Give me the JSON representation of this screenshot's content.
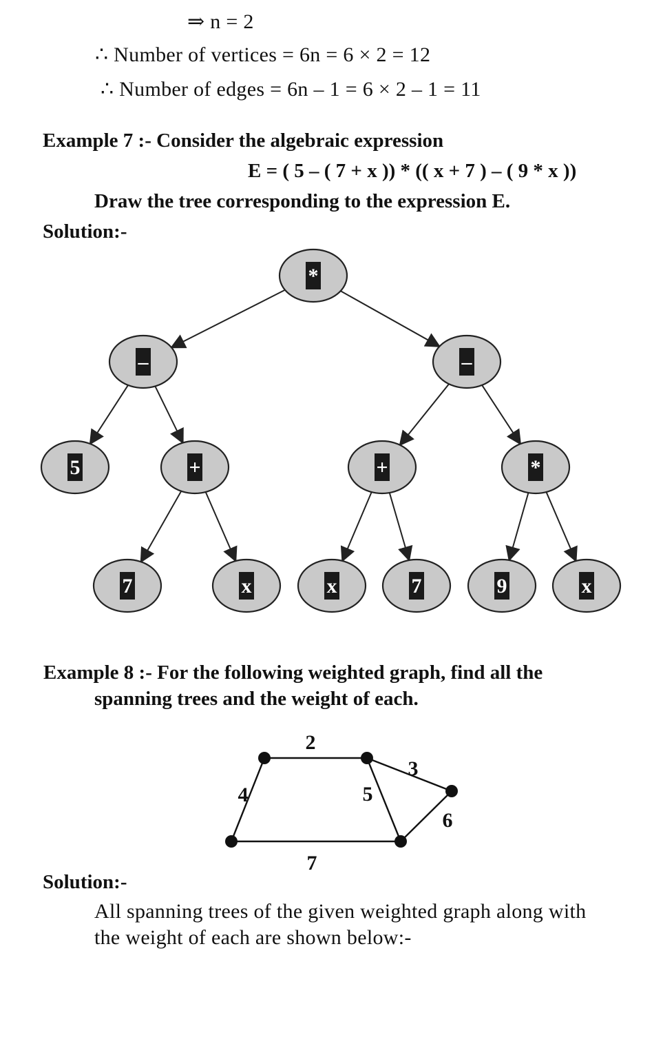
{
  "top_lines": [
    "⇒   n = 2",
    "∴ Number of vertices = 6n = 6 × 2 = 12",
    "∴ Number of edges = 6n – 1 = 6 × 2 – 1 = 11"
  ],
  "example7": {
    "heading": "Example 7 :- Consider the algebraic expression",
    "expression": "E = ( 5 – ( 7 + x )) * (( x + 7 ) – ( 9 * x ))",
    "instruction": "Draw the tree corresponding to the expression E.",
    "solution_label": "Solution:-",
    "tree": {
      "nodes": [
        {
          "id": "n1",
          "label": "*"
        },
        {
          "id": "n2",
          "label": "–"
        },
        {
          "id": "n3",
          "label": "–"
        },
        {
          "id": "n4",
          "label": "5"
        },
        {
          "id": "n5",
          "label": "+"
        },
        {
          "id": "n6",
          "label": "+"
        },
        {
          "id": "n7",
          "label": "*"
        },
        {
          "id": "n8",
          "label": "7"
        },
        {
          "id": "n9",
          "label": "x"
        },
        {
          "id": "n10",
          "label": "x"
        },
        {
          "id": "n11",
          "label": "7"
        },
        {
          "id": "n12",
          "label": "9"
        },
        {
          "id": "n13",
          "label": "x"
        }
      ],
      "edges": [
        [
          "n1",
          "n2"
        ],
        [
          "n1",
          "n3"
        ],
        [
          "n2",
          "n4"
        ],
        [
          "n2",
          "n5"
        ],
        [
          "n3",
          "n6"
        ],
        [
          "n3",
          "n7"
        ],
        [
          "n5",
          "n8"
        ],
        [
          "n5",
          "n9"
        ],
        [
          "n6",
          "n10"
        ],
        [
          "n6",
          "n11"
        ],
        [
          "n7",
          "n12"
        ],
        [
          "n7",
          "n13"
        ]
      ]
    }
  },
  "example8": {
    "heading_line1": "Example 8 :- For the following weighted graph, find all the",
    "heading_line2": "spanning trees and the weight of each.",
    "graph": {
      "vertices": [
        "A",
        "B",
        "C",
        "D",
        "E"
      ],
      "edges": [
        {
          "from": "A",
          "to": "B",
          "weight": "2"
        },
        {
          "from": "B",
          "to": "C",
          "weight": "3"
        },
        {
          "from": "A",
          "to": "D",
          "weight": "4"
        },
        {
          "from": "B",
          "to": "E",
          "weight": "5"
        },
        {
          "from": "C",
          "to": "E",
          "weight": "6"
        },
        {
          "from": "D",
          "to": "E",
          "weight": "7"
        }
      ]
    },
    "solution_label": "Solution:-",
    "solution_line1": "All spanning trees of the given weighted graph along with",
    "solution_line2": "the weight of each are shown below:-"
  }
}
